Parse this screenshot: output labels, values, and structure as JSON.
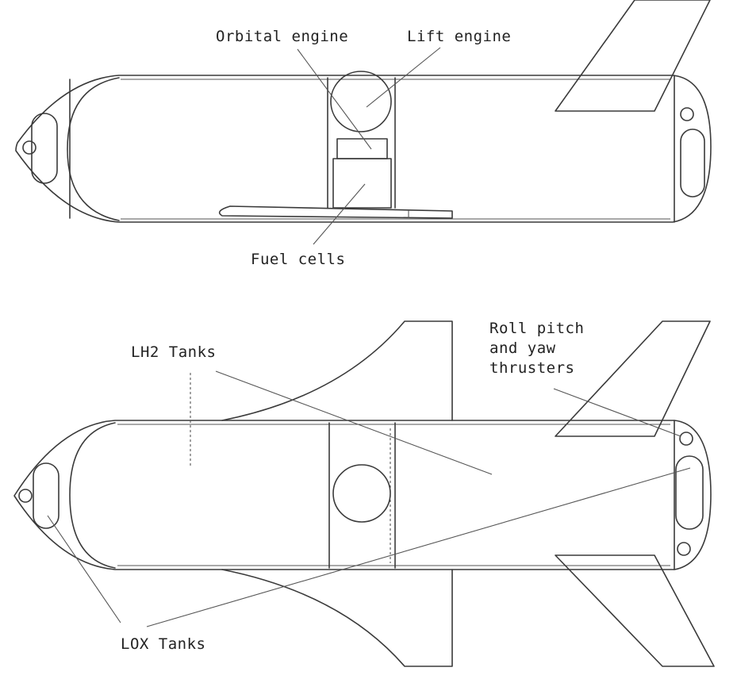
{
  "top_view": {
    "label_orbital_engine": "Orbital engine",
    "label_lift_engine": "Lift engine",
    "label_fuel_cells": "Fuel cells"
  },
  "bottom_view": {
    "label_lh2_tanks": "LH2 Tanks",
    "label_thrusters_line1": "Roll pitch",
    "label_thrusters_line2": "and yaw",
    "label_thrusters_line3": "thrusters",
    "label_lox_tanks": "LOX Tanks"
  }
}
